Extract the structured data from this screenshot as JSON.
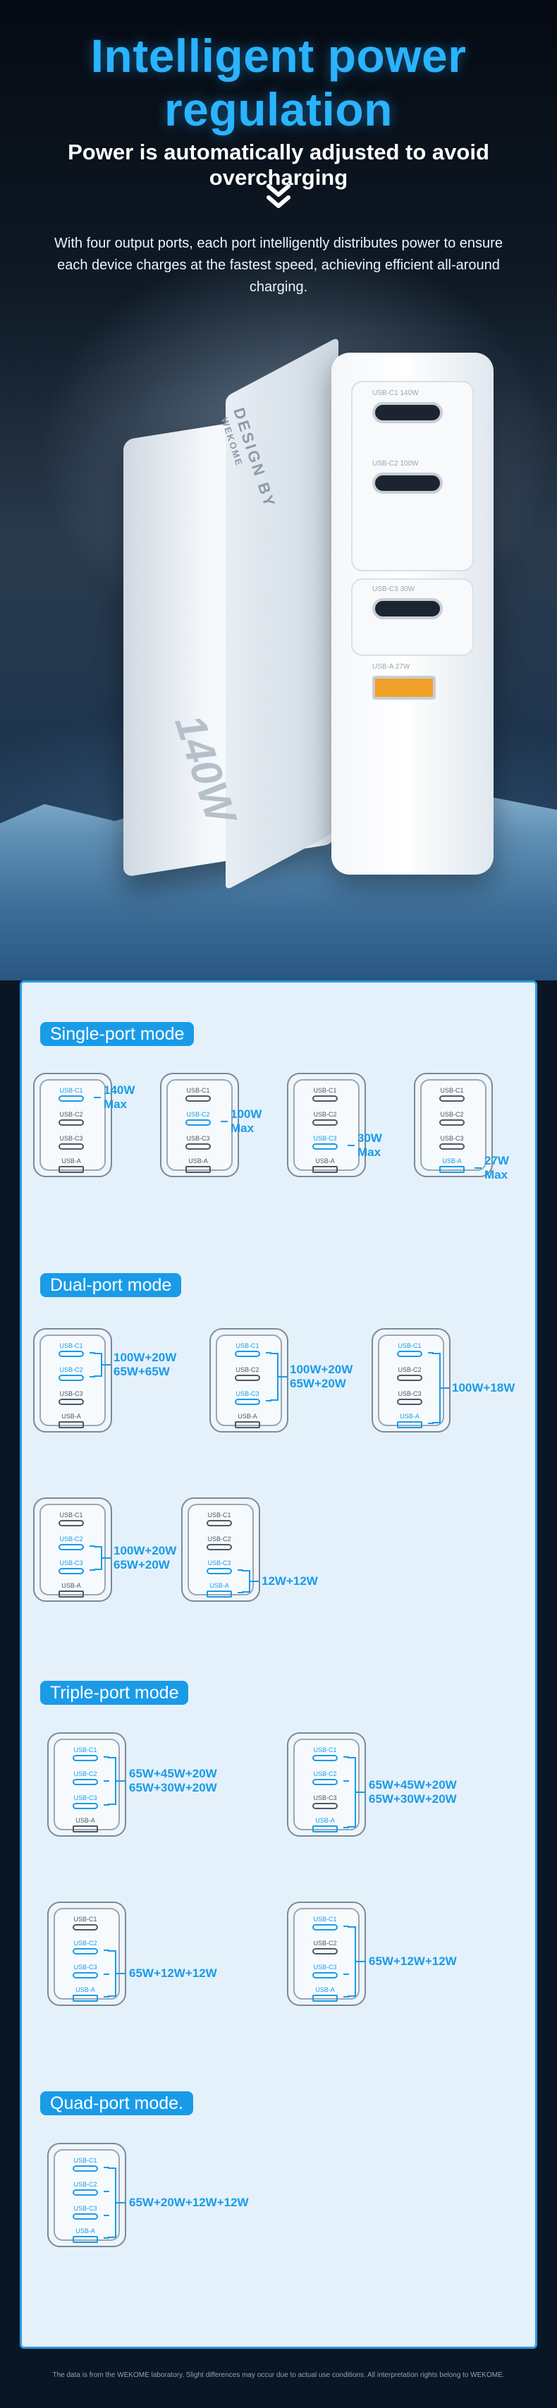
{
  "hero": {
    "title_line1": "Intelligent power",
    "title_line2": "regulation",
    "subtitle": "Power is automatically adjusted to avoid overcharging",
    "description": "With four output ports, each port intelligently distributes power to ensure each device charges at the fastest speed, achieving efficient all-around charging."
  },
  "product": {
    "brand": "DESIGN BY",
    "brand2": "WEKOME",
    "wattage": "140W",
    "face_labels": [
      "USB-C1 140W",
      "USB-C2 100W",
      "USB-C3 30W",
      "USB-A 27W"
    ]
  },
  "ports": [
    "USB-C1",
    "USB-C2",
    "USB-C3",
    "USB-A"
  ],
  "single": {
    "title": "Single-port mode",
    "items": [
      {
        "active": [
          0
        ],
        "line1": "140W",
        "line2": "Max"
      },
      {
        "active": [
          1
        ],
        "line1": "100W",
        "line2": "Max"
      },
      {
        "active": [
          2
        ],
        "line1": "30W",
        "line2": "Max"
      },
      {
        "active": [
          3
        ],
        "line1": "27W",
        "line2": "Max"
      }
    ]
  },
  "dual": {
    "title": "Dual-port mode",
    "items": [
      {
        "active": [
          0,
          1
        ],
        "line1": "100W+20W",
        "line2": "65W+65W"
      },
      {
        "active": [
          0,
          2
        ],
        "line1": "100W+20W",
        "line2": "65W+20W"
      },
      {
        "active": [
          0,
          3
        ],
        "line1": "100W+18W",
        "line2": ""
      },
      {
        "active": [
          1,
          2
        ],
        "line1": "100W+20W",
        "line2": "65W+20W"
      },
      {
        "active": [
          2,
          3
        ],
        "line1": "12W+12W",
        "line2": ""
      }
    ]
  },
  "triple": {
    "title": "Triple-port mode",
    "items": [
      {
        "active": [
          0,
          1,
          2
        ],
        "line1": "65W+45W+20W",
        "line2": "65W+30W+20W"
      },
      {
        "active": [
          0,
          1,
          3
        ],
        "line1": "65W+45W+20W",
        "line2": "65W+30W+20W"
      },
      {
        "active": [
          1,
          2,
          3
        ],
        "line1": "65W+12W+12W",
        "line2": ""
      },
      {
        "active": [
          0,
          2,
          3
        ],
        "line1": "65W+12W+12W",
        "line2": ""
      }
    ]
  },
  "quad": {
    "title": "Quad-port mode.",
    "items": [
      {
        "active": [
          0,
          1,
          2,
          3
        ],
        "line1": "65W+20W+12W+12W",
        "line2": ""
      }
    ]
  },
  "footer": "The data is from the WEKOME laboratory. Slight differences may occur due to actual use conditions. All interpretation rights belong to WEKOME.",
  "colors": {
    "accent": "#1a9be8",
    "title": "#2ab3ff",
    "panel": "#e4f1fa",
    "orange_port": "#f1a028"
  }
}
